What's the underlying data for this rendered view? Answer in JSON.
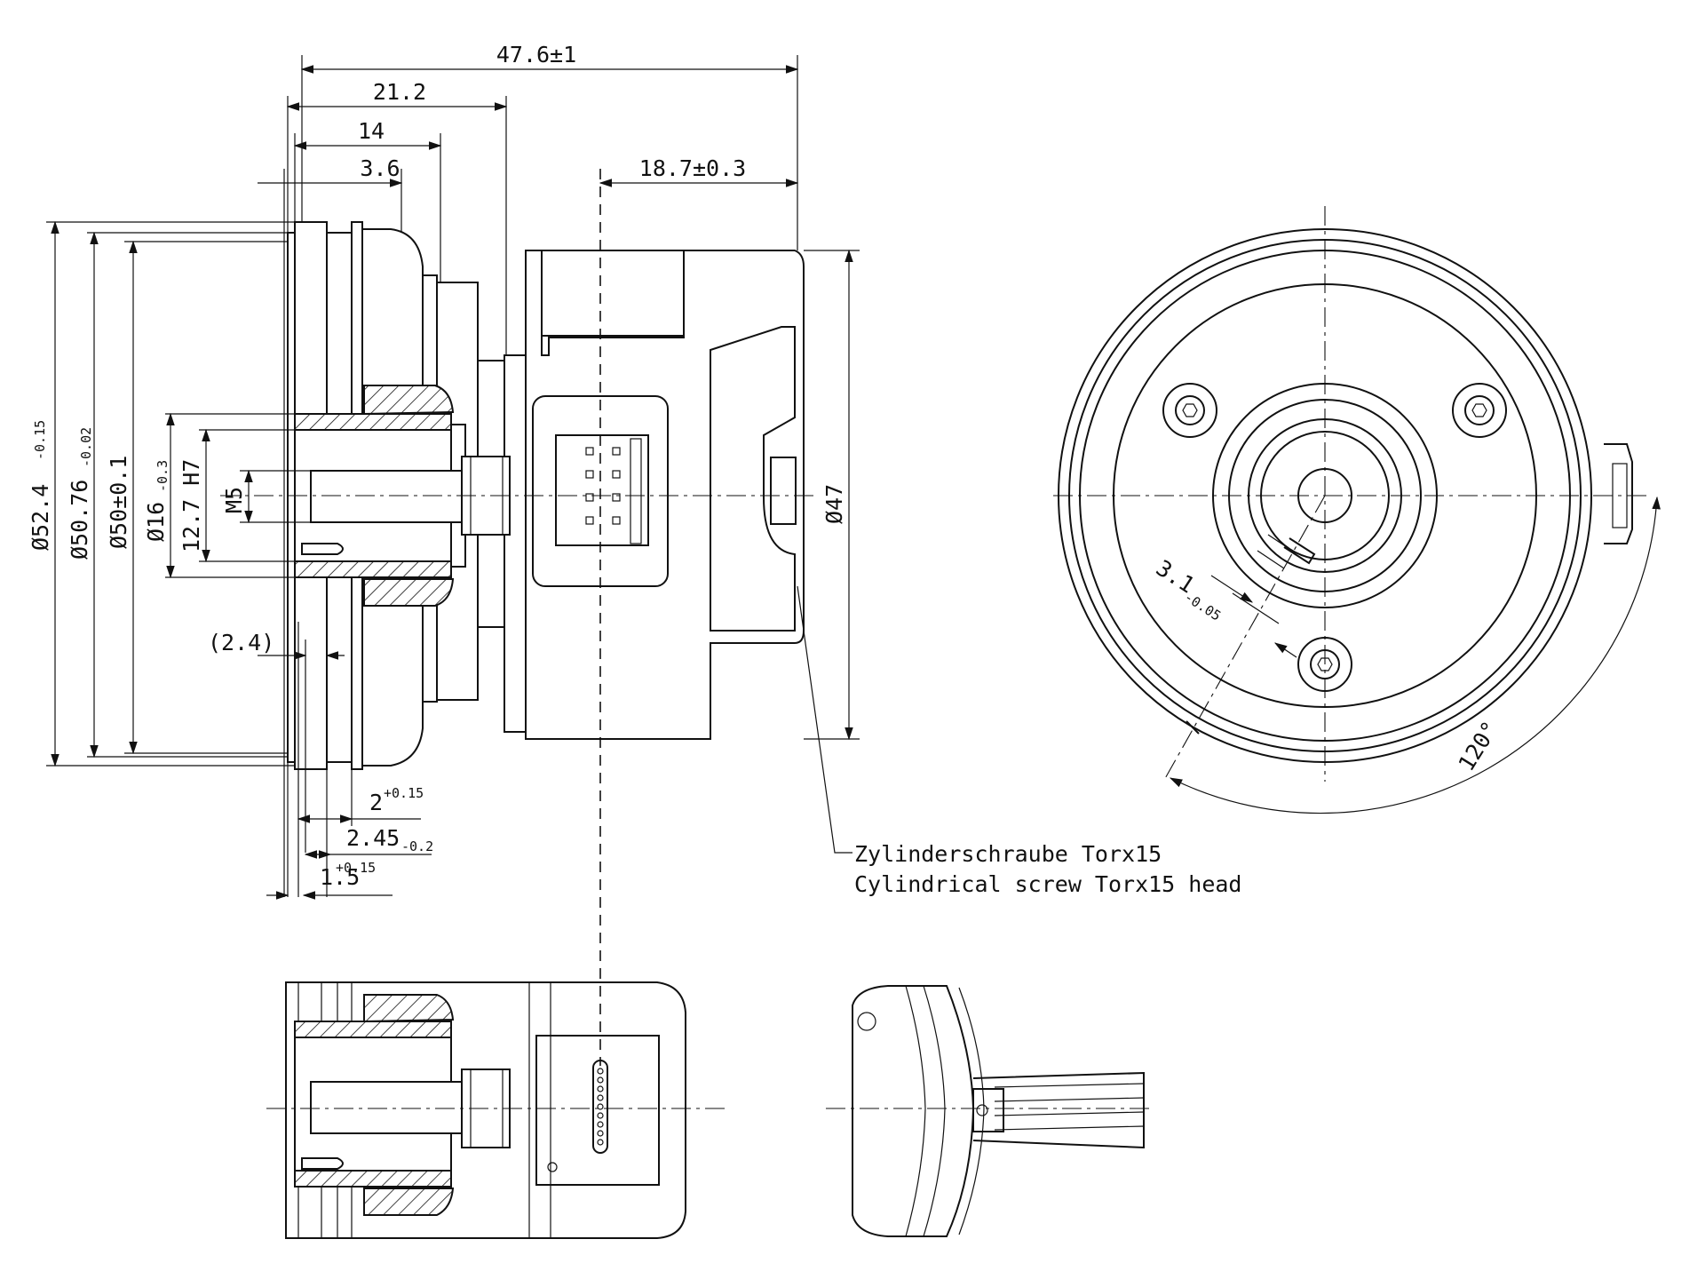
{
  "dimensions": {
    "overall_length": "47.6±1",
    "d21_2": "21.2",
    "d14": "14",
    "d3_6": "3.6",
    "connector_offset": "18.7±0.3",
    "dia_52_4": "Ø52.4",
    "dia_52_4_tol": "-0.15",
    "dia_50_76": "Ø50.76",
    "dia_50_76_tol": "-0.02",
    "dia_50": "Ø50±0.1",
    "dia_16": "Ø16",
    "dia_16_tol": "-0.3",
    "bore": "12.7 H7",
    "thread": "M5",
    "dia_47": "Ø47",
    "d2_4": "(2.4)",
    "d2": "2",
    "d2_tol": "+0.15",
    "d2_45": "2.45",
    "d2_45_tol": "-0.2",
    "d1_5": "1.5",
    "d1_5_tol": "+0.15",
    "key_width": "3.1",
    "key_width_tol": "-0.05",
    "angle": "120°"
  },
  "notes": {
    "screw_de": "Zylinderschraube Torx15",
    "screw_en": "Cylindrical screw Torx15 head"
  },
  "colors": {
    "ink": "#111111",
    "paper": "#ffffff"
  }
}
